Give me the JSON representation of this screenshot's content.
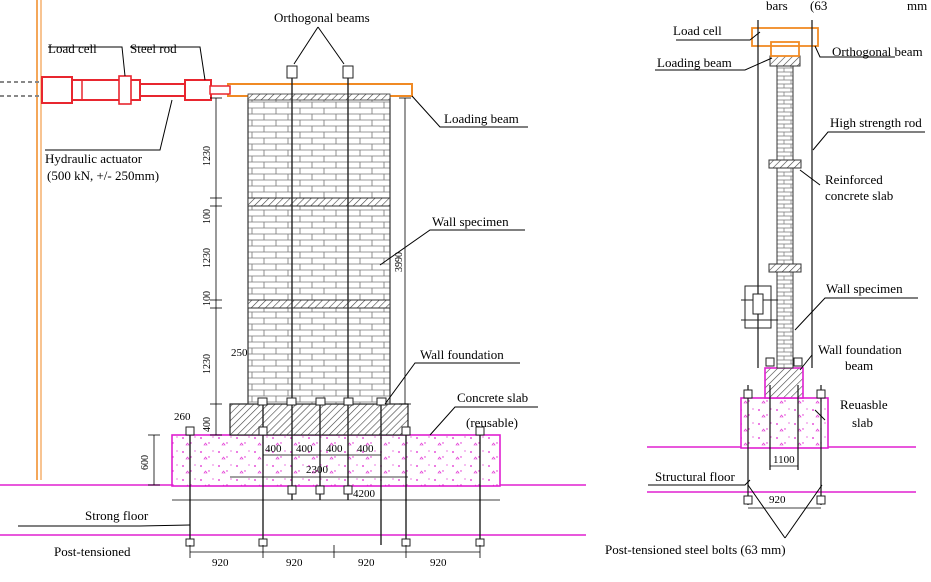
{
  "left_view": {
    "labels": {
      "orthogonal_beams": "Orthogonal beams",
      "load_cell": "Load cell",
      "steel_rod": "Steel rod",
      "loading_beam": "Loading beam",
      "hydraulic_actuator": "Hydraulic actuator",
      "actuator_spec": "(500 kN, +/- 250mm)",
      "wall_specimen": "Wall specimen",
      "wall_foundation": "Wall foundation",
      "concrete_slab": "Concrete slab",
      "reusable": "(reusable)",
      "strong_floor": "Strong floor",
      "post_tensioned": "Post-tensioned"
    },
    "dims": {
      "v_1230_top": "1230",
      "v_100_a": "100",
      "v_1230_mid": "1230",
      "v_100_b": "100",
      "v_1230_bot": "1230",
      "v_400": "400",
      "v_3990": "3990",
      "d_250": "250",
      "d_260": "260",
      "v_600": "600",
      "h_400_1": "400",
      "h_400_2": "400",
      "h_400_3": "400",
      "h_400_4": "400",
      "h_2300": "2300",
      "h_4200": "4200",
      "b_920_1": "920",
      "b_920_2": "920",
      "b_920_3": "920",
      "b_920_4": "920"
    }
  },
  "right_view": {
    "labels": {
      "bars": "bars",
      "bars_63": "(63",
      "bars_mm": "mm",
      "load_cell": "Load cell",
      "orthogonal_beam": "Orthogonal beam",
      "loading_beam": "Loading beam",
      "high_strength_rod": "High strength rod",
      "rc_slab_1": "Reinforced",
      "rc_slab_2": "concrete slab",
      "wall_specimen": "Wall specimen",
      "wall_foundation_1": "Wall foundation",
      "wall_foundation_2": "beam",
      "reusable_1": "Reuasble",
      "reusable_2": "slab",
      "structural_floor": "Structural floor",
      "post_tensioned_bolts": "Post-tensioned steel bolts (63 mm)"
    },
    "dims": {
      "d_1100": "1100",
      "d_920": "920"
    }
  },
  "colors": {
    "orange": "#f08a24",
    "magenta": "#e020d0",
    "actuator_red": "#e8262f",
    "hatch": "#555555"
  }
}
